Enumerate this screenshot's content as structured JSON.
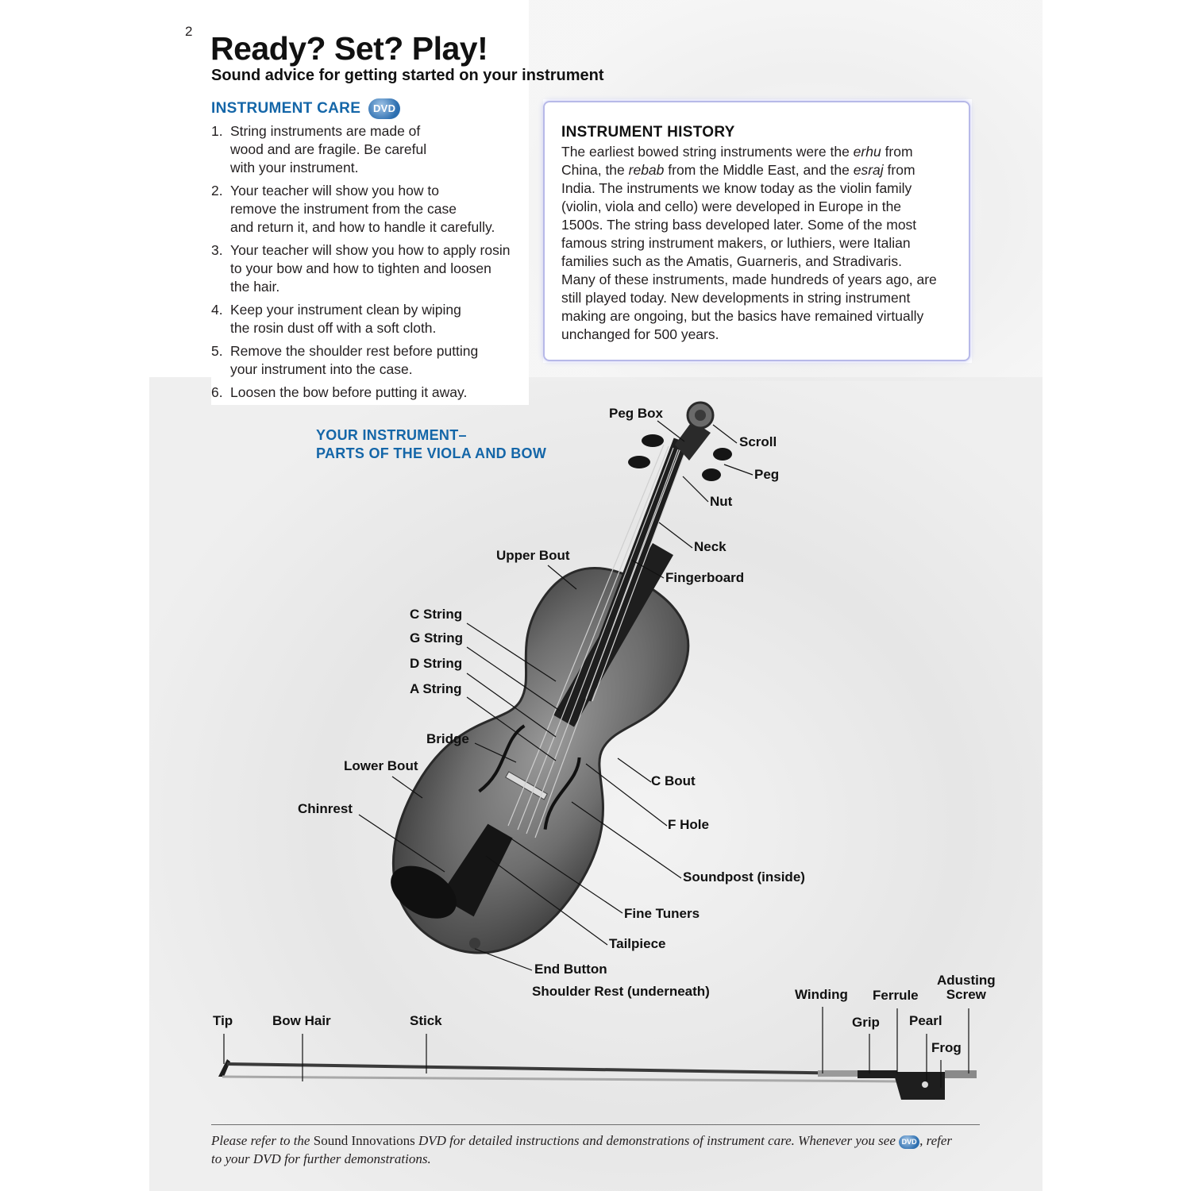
{
  "page_number": "2",
  "title": "Ready? Set? Play!",
  "subtitle": "Sound advice for getting started on your instrument",
  "instrument_care": {
    "heading": "INSTRUMENT CARE",
    "dvd_badge": "DVD",
    "items": [
      {
        "num": "1.",
        "lines": [
          "String instruments are made of",
          "wood and are fragile. Be careful",
          "with your instrument."
        ]
      },
      {
        "num": "2.",
        "lines": [
          "Your teacher will show you how to",
          "remove the instrument from the case",
          "and return it, and how to handle it carefully."
        ]
      },
      {
        "num": "3.",
        "lines": [
          "Your teacher will show you how to apply rosin",
          "to your bow and how to tighten and loosen",
          "the hair."
        ]
      },
      {
        "num": "4.",
        "lines": [
          "Keep your instrument clean by wiping",
          "the rosin dust off with a soft cloth."
        ]
      },
      {
        "num": "5.",
        "lines": [
          "Remove the shoulder rest before putting",
          "your instrument into the case."
        ]
      },
      {
        "num": "6.",
        "lines": [
          "Loosen the bow before putting it away."
        ]
      }
    ]
  },
  "instrument_history": {
    "heading": "INSTRUMENT HISTORY",
    "lines": [
      [
        {
          "t": "The earliest bowed string instruments were the "
        },
        {
          "t": "erhu",
          "i": true
        },
        {
          "t": " from"
        }
      ],
      [
        {
          "t": "China, the "
        },
        {
          "t": "rebab",
          "i": true
        },
        {
          "t": " from the Middle East, and the "
        },
        {
          "t": "esraj",
          "i": true
        },
        {
          "t": " from"
        }
      ],
      [
        {
          "t": "India. The instruments we know today as the violin family"
        }
      ],
      [
        {
          "t": "(violin, viola and cello) were developed in Europe in the"
        }
      ],
      [
        {
          "t": "1500s. The string bass developed later. Some of the most"
        }
      ],
      [
        {
          "t": "famous string instrument makers, or luthiers, were Italian"
        }
      ],
      [
        {
          "t": "families such as the Amatis, Guarneris, and Stradivaris."
        }
      ],
      [
        {
          "t": "Many of these instruments, made hundreds of years ago, are"
        }
      ],
      [
        {
          "t": "still played today. New developments in string instrument"
        }
      ],
      [
        {
          "t": "making are ongoing, but the basics have remained virtually"
        }
      ],
      [
        {
          "t": "unchanged for 500 years."
        }
      ]
    ]
  },
  "parts_heading": [
    "YOUR INSTRUMENT–",
    "PARTS OF THE VIOLA AND BOW"
  ],
  "viola_labels": {
    "peg_box": "Peg Box",
    "scroll": "Scroll",
    "peg": "Peg",
    "nut": "Nut",
    "neck": "Neck",
    "fingerboard": "Fingerboard",
    "upper_bout": "Upper Bout",
    "c_string": "C String",
    "g_string": "G String",
    "d_string": "D String",
    "a_string": "A String",
    "bridge": "Bridge",
    "lower_bout": "Lower Bout",
    "chinrest": "Chinrest",
    "c_bout": "C Bout",
    "f_hole": "F Hole",
    "soundpost": "Soundpost (inside)",
    "fine_tuners": "Fine Tuners",
    "tailpiece": "Tailpiece",
    "end_button": "End Button",
    "shoulder_rest": "Shoulder Rest (underneath)"
  },
  "bow_labels": {
    "tip": "Tip",
    "bow_hair": "Bow Hair",
    "stick": "Stick",
    "winding": "Winding",
    "ferrule": "Ferrule",
    "adjusting_screw_1": "Adusting",
    "adjusting_screw_2": "Screw",
    "grip": "Grip",
    "pearl": "Pearl",
    "frog": "Frog"
  },
  "footer": {
    "part1": "Please refer to the ",
    "brand": "Sound Innovations",
    "part2": " DVD for detailed instructions and demonstrations of instrument care. Whenever you see ",
    "dvd_badge": "DVD",
    "part3": ", refer",
    "line2": "to your DVD for further demonstrations."
  },
  "colors": {
    "heading_blue": "#1466a8",
    "box_border": "#b7b9e8",
    "text": "#231f20"
  }
}
